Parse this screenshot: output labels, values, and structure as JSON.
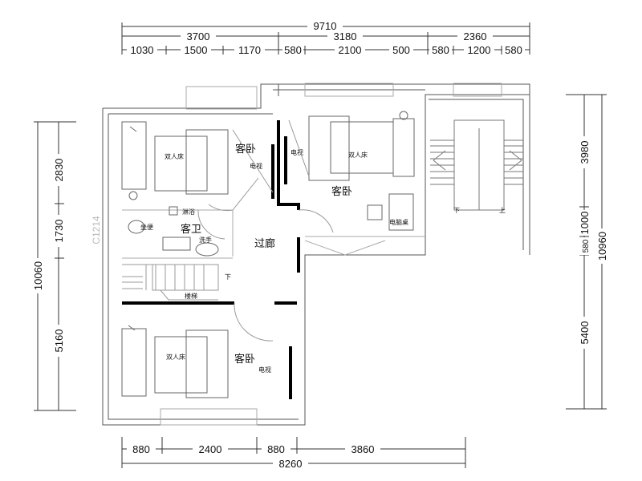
{
  "dimensions": {
    "top_total": "9710",
    "top_mid": [
      "3700",
      "3180",
      "2360"
    ],
    "top_detail": [
      "1030",
      "1500",
      "1170",
      "580",
      "2100",
      "500",
      "580",
      "1200",
      "580"
    ],
    "bottom_detail": [
      "880",
      "2400",
      "880",
      "3860"
    ],
    "bottom_total": "8260",
    "left_total": "10060",
    "left_detail": [
      "2830",
      "1730",
      "5160"
    ],
    "right_total": "10960",
    "right_detail": [
      "3980",
      "1000",
      "580",
      "5400"
    ]
  },
  "window_label": "C1214",
  "rooms": {
    "bedroom_nw": "客卧",
    "bedroom_ne": "客卧",
    "bedroom_s": "客卧",
    "bathroom": "客卫",
    "corridor": "过廊",
    "stairs": "楼梯"
  },
  "fixtures": {
    "double_bed": "双人床",
    "tv": "电视",
    "shower": "淋浴",
    "toilet": "坐便",
    "sink": "洗手",
    "desk": "电脑桌",
    "down": "下",
    "up": "上"
  }
}
